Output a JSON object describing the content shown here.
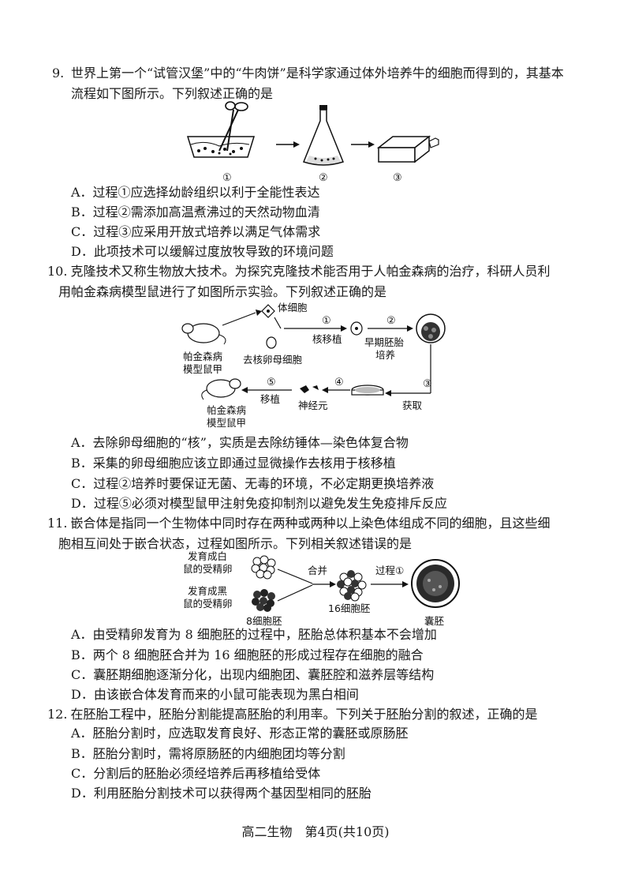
{
  "questions": [
    {
      "number": "9.",
      "stem_line1": "世界上第一个“试管汉堡”中的“牛肉饼”是科学家通过体外培养牛的细胞而得到的，其基本",
      "stem_line2": "流程如下图所示。下列叙述正确的是",
      "figure_labels": [
        "①",
        "②",
        "③"
      ],
      "options": [
        "A．过程①应选择幼龄组织以利于全能性表达",
        "B．过程②需添加高温煮沸过的天然动物血清",
        "C．过程③应采用开放式培养以满足气体需求",
        "D．此项技术可以缓解过度放牧导致的环境问题"
      ]
    },
    {
      "number": "10.",
      "stem_line1": "克隆技术又称生物放大技术。为探究克隆技术能否用于人帕金森病的治疗，科研人员利",
      "stem_line2": "用帕金森病模型鼠进行了如图所示实验。下列叙述正确的是",
      "figure_labels": {
        "somatic_cell": "体细胞",
        "step1": "①",
        "nuclear_transfer": "核移植",
        "step2": "②",
        "early_embryo_1": "早期胚胎",
        "early_embryo_2": "培养",
        "model_mouse_top_1": "帕金森病",
        "model_mouse_top_2": "模型鼠甲",
        "enucleated_oocyte": "去核卵母细胞",
        "step3": "③",
        "obtain": "获取",
        "step4": "④",
        "neuron": "神经元",
        "step5": "⑤",
        "transplant": "移植",
        "model_mouse_bottom_1": "帕金森病",
        "model_mouse_bottom_2": "模型鼠甲"
      },
      "options": [
        "A．去除卵母细胞的“核”，实质是去除纺锤体—染色体复合物",
        "B．采集的卵母细胞应该立即通过显微操作去核用于核移植",
        "C．过程②培养时要保证无菌、无毒的环境，不必定期更换培养液",
        "D．过程⑤必须对模型鼠甲注射免疫抑制剂以避免发生免疫排斥反应"
      ]
    },
    {
      "number": "11.",
      "stem_line1": "嵌合体是指同一个生物体中同时存在两种或两种以上染色体组成不同的细胞，且这些细",
      "stem_line2": "胞相互间处于嵌合状态，过程如图所示。下列相关叙述错误的是",
      "figure_labels": {
        "white_egg_1": "发育成白",
        "white_egg_2": "鼠的受精卵",
        "black_egg_1": "发育成黑",
        "black_egg_2": "鼠的受精卵",
        "merge": "合并",
        "process1": "过程①",
        "embryo16": "16细胞胚",
        "embryo8": "8细胞胚",
        "blastocyst": "囊胚"
      },
      "options": [
        "A．由受精卵发育为 8 细胞胚的过程中，胚胎总体积基本不会增加",
        "B．两个 8 细胞胚合并为 16 细胞胚的形成过程存在细胞的融合",
        "C．囊胚期细胞逐渐分化，出现内细胞团、囊胚腔和滋养层等结构",
        "D．由该嵌合体发育而来的小鼠可能表现为黑白相间"
      ]
    },
    {
      "number": "12.",
      "stem_line1": "在胚胎工程中，胚胎分割能提高胚胎的利用率。下列关于胚胎分割的叙述，正确的是",
      "options": [
        "A．胚胎分割时，应选取发育良好、形态正常的囊胚或原肠胚",
        "B．胚胎分割时，需将原肠胚的内细胞团均等分割",
        "C．分割后的胚胎必须经培养后再移植给受体",
        "D．利用胚胎分割技术可以获得两个基因型相同的胚胎"
      ]
    }
  ],
  "footer": "高二生物　第4页(共10页)"
}
